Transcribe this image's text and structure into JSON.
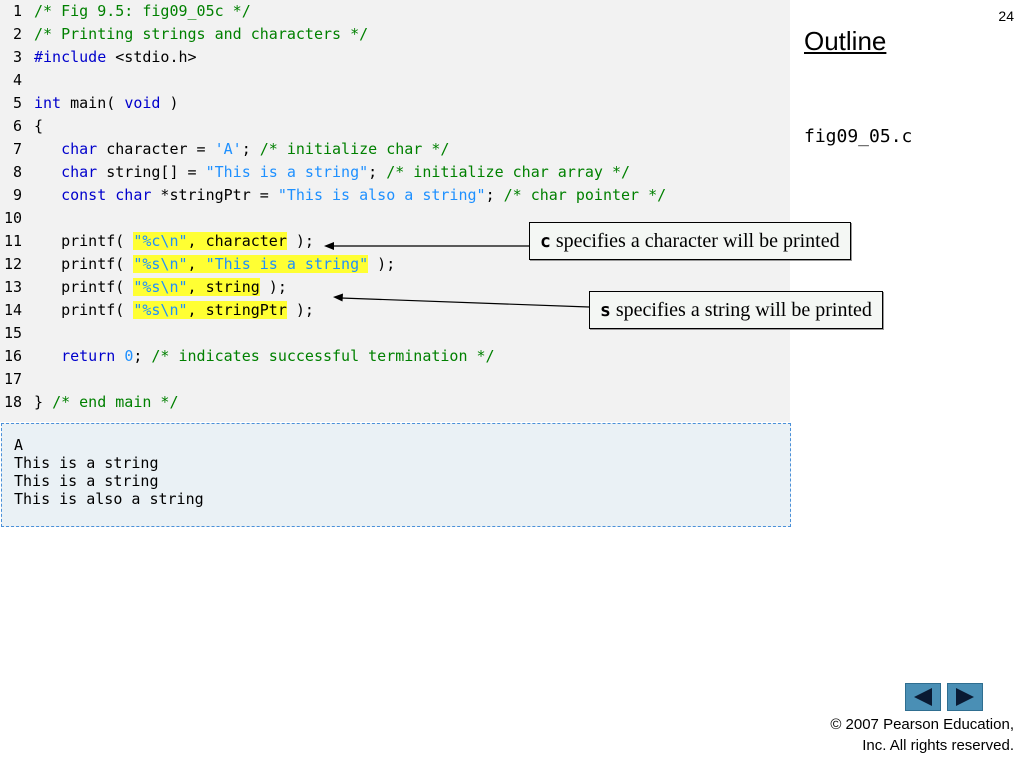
{
  "slide": {
    "page_number": "24",
    "outline_title": "Outline",
    "file_name": "fig09_05.c",
    "copyright_line1": "© 2007 Pearson Education,",
    "copyright_line2": "Inc.  All rights reserved."
  },
  "code": {
    "lines": [
      {
        "n": "1",
        "t": "/* Fig 9.5: fig09_05c */"
      },
      {
        "n": "2",
        "t": "/* Printing strings and characters */"
      },
      {
        "n": "3",
        "t": "#include <stdio.h>"
      },
      {
        "n": "4",
        "t": ""
      },
      {
        "n": "5",
        "t": "int main( void )"
      },
      {
        "n": "6",
        "t": "{"
      },
      {
        "n": "7",
        "t": "   char character = 'A'; /* initialize char */"
      },
      {
        "n": "8",
        "t": "   char string[] = \"This is a string\"; /* initialize char array */"
      },
      {
        "n": "9",
        "t": "   const char *stringPtr = \"This is also a string\"; /* char pointer */"
      },
      {
        "n": "10",
        "t": ""
      },
      {
        "n": "11",
        "t": "   printf( \"%c\\n\", character );"
      },
      {
        "n": "12",
        "t": "   printf( \"%s\\n\", \"This is a string\" );"
      },
      {
        "n": "13",
        "t": "   printf( \"%s\\n\", string );"
      },
      {
        "n": "14",
        "t": "   printf( \"%s\\n\", stringPtr );"
      },
      {
        "n": "15",
        "t": ""
      },
      {
        "n": "16",
        "t": "   return 0; /* indicates successful termination */"
      },
      {
        "n": "17",
        "t": ""
      },
      {
        "n": "18",
        "t": "} /* end main */"
      }
    ]
  },
  "output": {
    "lines": [
      "A",
      "This is a string",
      "This is a string",
      "This is also a string"
    ]
  },
  "callouts": {
    "char": {
      "code": "c",
      "text": " specifies a character will be printed"
    },
    "string": {
      "code": "s",
      "text": " specifies a string will be printed"
    }
  },
  "nav": {
    "prev_icon": "left-triangle-icon",
    "next_icon": "right-triangle-icon"
  },
  "colors": {
    "keyword": "#0000cc",
    "comment": "#008000",
    "string": "#1e90ff",
    "highlight": "#ffff33",
    "nav_button": "#4a8fb5"
  }
}
